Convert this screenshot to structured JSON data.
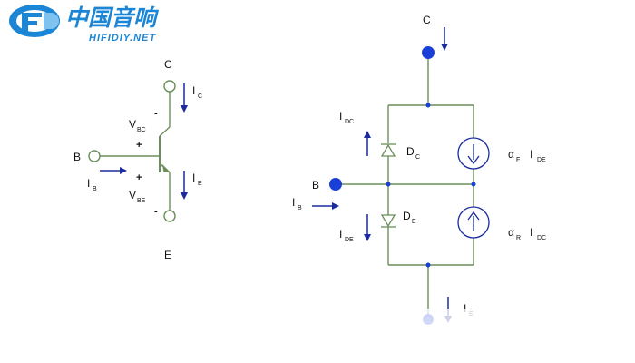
{
  "logo": {
    "cn_text": "中国音响",
    "en_text": "HIFIDIY.NET",
    "color": "#1b86d6"
  },
  "colors": {
    "wire": "#6b8e5a",
    "terminal": "#1a3fd6",
    "arrow": "#1a2b9e",
    "text": "#111111"
  },
  "left_circuit": {
    "terminal_c": "C",
    "terminal_b": "B",
    "terminal_e": "E",
    "ic": {
      "main": "I",
      "sub": "C"
    },
    "ie": {
      "main": "I",
      "sub": "E"
    },
    "ib": {
      "main": "I",
      "sub": "B"
    },
    "vbc": {
      "main": "V",
      "sub": "BC"
    },
    "vbe": {
      "main": "V",
      "sub": "BE"
    },
    "minus_top": "-",
    "plus_top": "+",
    "plus_bottom": "+",
    "minus_bottom": "-"
  },
  "right_circuit": {
    "terminal_c": "C",
    "terminal_b": "B",
    "idc": {
      "main": "I",
      "sub": "DC"
    },
    "ide": {
      "main": "I",
      "sub": "DE"
    },
    "ib": {
      "main": "I",
      "sub": "B"
    },
    "ie": {
      "main": "I",
      "sub": "E"
    },
    "dc": {
      "main": "D",
      "sub": "C"
    },
    "de": {
      "main": "D",
      "sub": "E"
    },
    "src_forward": {
      "alpha": "α",
      "alpha_sub": "F",
      "i": "I",
      "i_sub": "DE"
    },
    "src_reverse": {
      "alpha": "α",
      "alpha_sub": "R",
      "i": "I",
      "i_sub": "DC"
    }
  }
}
